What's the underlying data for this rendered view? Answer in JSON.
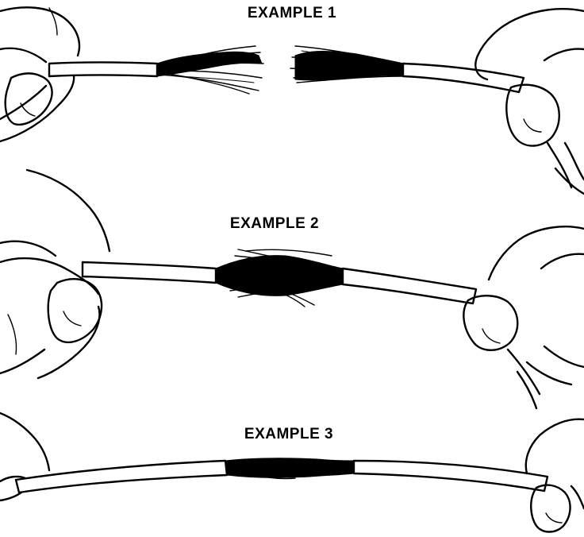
{
  "panels": [
    {
      "title": "EXAMPLE 1"
    },
    {
      "title": "EXAMPLE 2"
    },
    {
      "title": "EXAMPLE 3"
    }
  ],
  "colors": {
    "ink": "#000000",
    "paper": "#ffffff"
  },
  "icons": {
    "hand": "hand-icon",
    "wire": "insulated-wire",
    "strands": "bare-copper-strands"
  }
}
